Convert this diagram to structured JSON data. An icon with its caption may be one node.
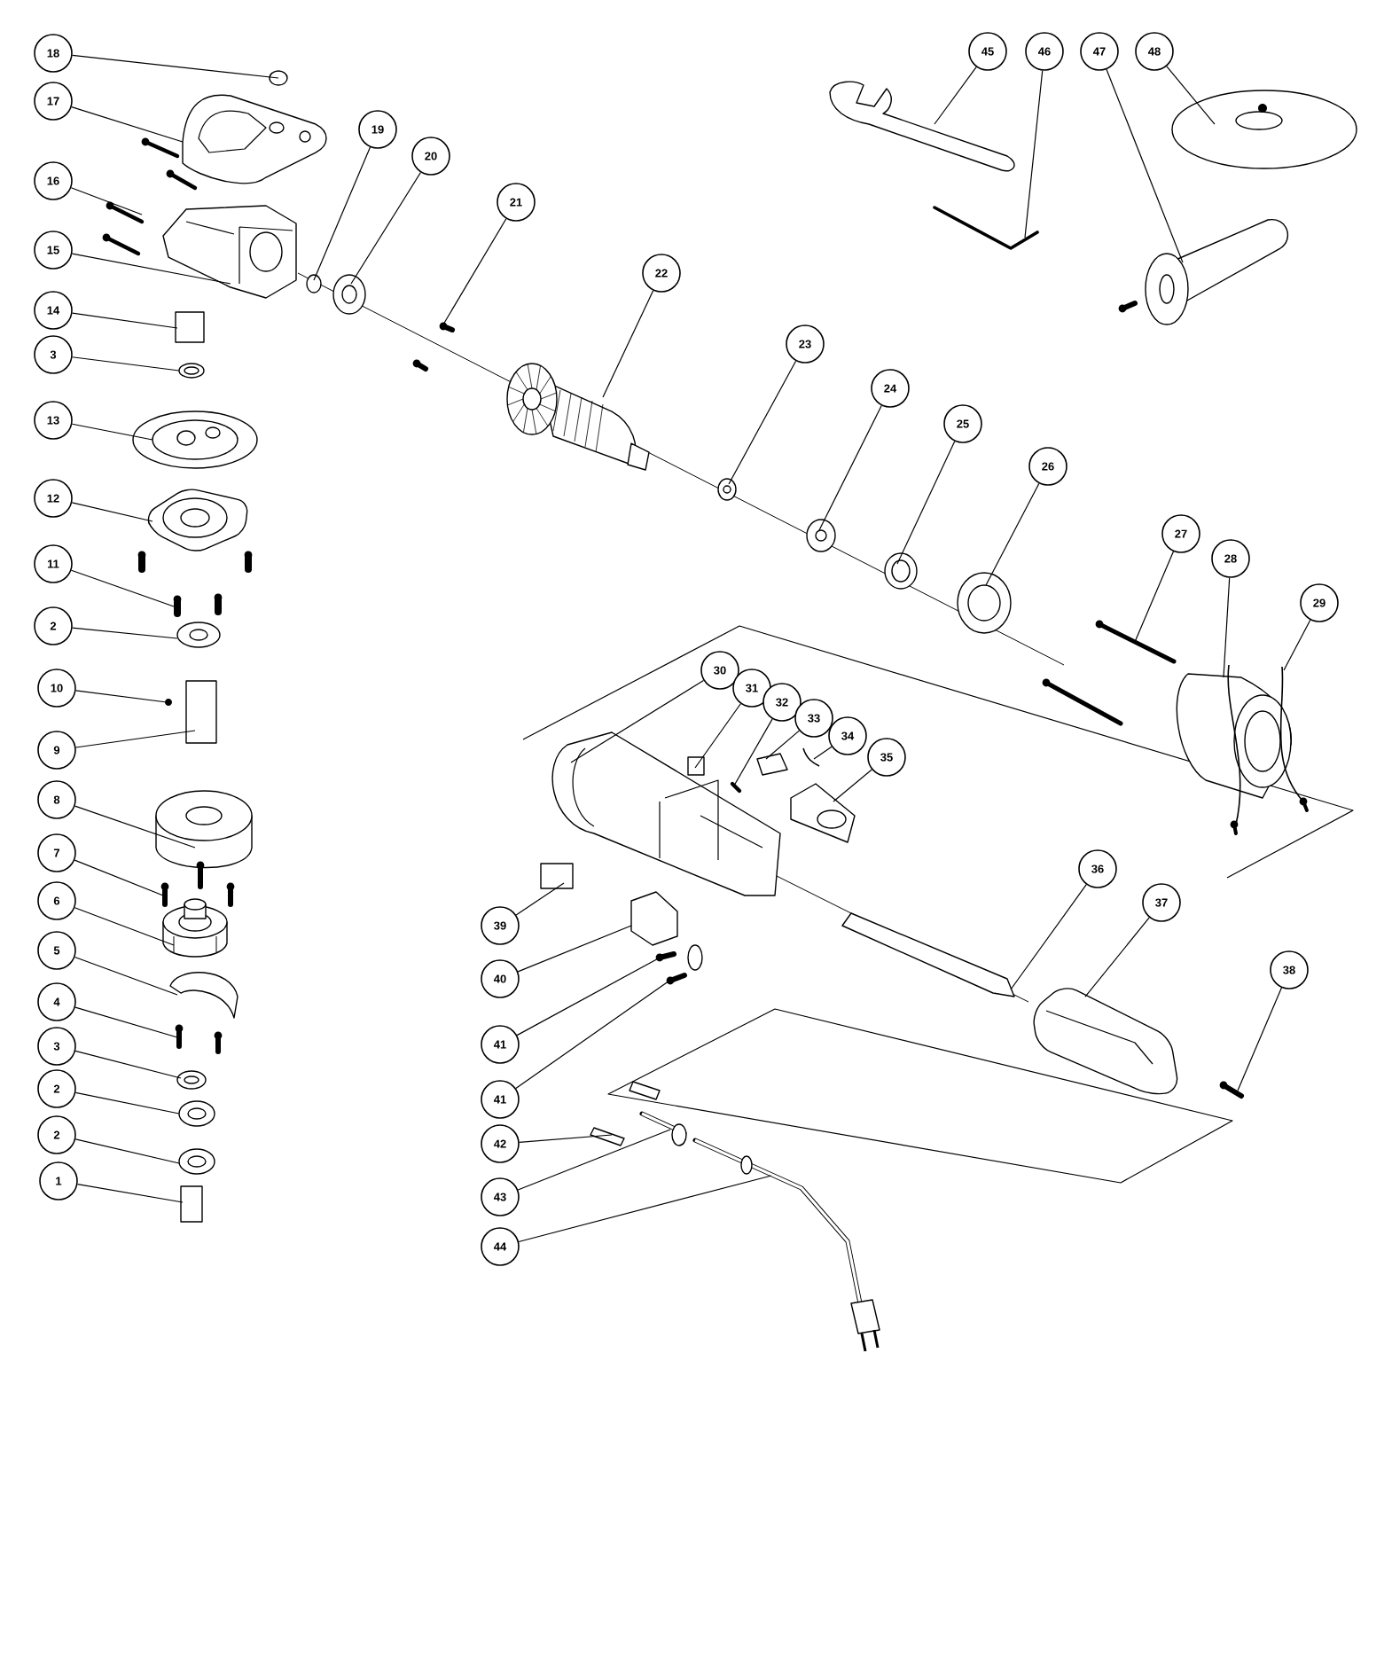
{
  "diagram": {
    "nodes": [
      {
        "text": [
          "18"
        ]
      },
      {
        "text": [
          "17"
        ]
      },
      {
        "text": [
          "16"
        ]
      },
      {
        "text": [
          "15"
        ]
      },
      {
        "text": [
          "14"
        ]
      },
      {
        "text": [
          "3"
        ]
      },
      {
        "text": [
          "13"
        ]
      },
      {
        "text": [
          "12"
        ]
      },
      {
        "text": [
          "11"
        ]
      },
      {
        "text": [
          "2"
        ]
      },
      {
        "text": [
          "10"
        ]
      },
      {
        "text": [
          "9"
        ]
      },
      {
        "text": [
          "8"
        ]
      },
      {
        "text": [
          "7"
        ]
      },
      {
        "text": [
          "6"
        ]
      },
      {
        "text": [
          "5"
        ]
      },
      {
        "text": [
          "4"
        ]
      },
      {
        "text": [
          "3"
        ]
      },
      {
        "text": [
          "2"
        ]
      },
      {
        "text": [
          "2"
        ]
      },
      {
        "text": [
          "1"
        ]
      },
      {
        "text": [
          "45"
        ]
      },
      {
        "text": [
          "46"
        ]
      },
      {
        "text": [
          "47"
        ]
      },
      {
        "text": [
          "48"
        ]
      },
      {
        "text": [
          "19"
        ]
      },
      {
        "text": [
          "20"
        ]
      },
      {
        "text": [
          "21"
        ]
      },
      {
        "text": [
          "22"
        ]
      },
      {
        "text": [
          "23"
        ]
      },
      {
        "text": [
          "24"
        ]
      },
      {
        "text": [
          "25"
        ]
      },
      {
        "text": [
          "26"
        ]
      },
      {
        "text": [
          "27"
        ]
      },
      {
        "text": [
          "28"
        ]
      },
      {
        "text": [
          "29"
        ]
      },
      {
        "text": [
          "30"
        ]
      },
      {
        "text": [
          "31"
        ]
      },
      {
        "text": [
          "32"
        ]
      },
      {
        "text": [
          "33"
        ]
      },
      {
        "text": [
          "34"
        ]
      },
      {
        "text": [
          "35"
        ]
      },
      {
        "text": [
          "36"
        ]
      },
      {
        "text": [
          "37"
        ]
      },
      {
        "text": [
          "38"
        ]
      },
      {
        "text": [
          "39"
        ]
      },
      {
        "text": [
          "40"
        ]
      },
      {
        "text": [
          "41"
        ]
      },
      {
        "text": [
          "41"
        ]
      },
      {
        "text": [
          "42"
        ]
      },
      {
        "text": [
          "43"
        ]
      },
      {
        "text": [
          "44"
        ]
      },
      {
        "text": [],
        "shape": "circle"
      },
      {
        "text": [],
        "shape": "picture"
      },
      {
        "text": [],
        "shape": "picture"
      },
      {
        "text": [],
        "shape": "picture"
      },
      {
        "text": [],
        "shape": "box"
      },
      {
        "text": [],
        "shape": "picture"
      },
      {
        "text": [],
        "shape": "picture"
      },
      {
        "text": [],
        "shape": "picture"
      },
      {
        "text": [],
        "shape": "picture"
      },
      {
        "text": [],
        "shape": "picture"
      },
      {
        "text": [],
        "shape": "picture"
      },
      {
        "text": [],
        "shape": "box"
      },
      {
        "text": [],
        "shape": "picture"
      },
      {
        "text": [],
        "shape": "picture"
      },
      {
        "text": [],
        "shape": "picture"
      },
      {
        "text": [],
        "shape": "picture"
      },
      {
        "text": [],
        "shape": "picture"
      },
      {
        "text": [],
        "shape": "picture"
      },
      {
        "text": [],
        "shape": "picture"
      },
      {
        "text": [],
        "shape": "picture"
      },
      {
        "text": [],
        "shape": "box"
      },
      {
        "text": [],
        "shape": "picture"
      },
      {
        "text": [],
        "shape": "picture"
      },
      {
        "text": [],
        "shape": "picture"
      },
      {
        "text": [],
        "shape": "picture"
      },
      {
        "text": [],
        "shape": "circle"
      },
      {
        "text": [],
        "shape": "picture"
      },
      {
        "text": [],
        "shape": "picture"
      },
      {
        "text": [],
        "shape": "picture"
      },
      {
        "text": [],
        "shape": "picture"
      },
      {
        "text": [],
        "shape": "picture"
      },
      {
        "text": [],
        "shape": "picture"
      },
      {
        "text": [],
        "shape": "picture"
      },
      {
        "text": [],
        "shape": "picture"
      },
      {
        "text": [],
        "shape": "picture"
      },
      {
        "text": [],
        "shape": "picture"
      },
      {
        "text": [],
        "shape": "picture"
      },
      {
        "text": [],
        "shape": "box"
      },
      {
        "text": [],
        "shape": "picture"
      },
      {
        "text": [],
        "shape": "picture"
      },
      {
        "text": [],
        "shape": "picture"
      },
      {
        "text": [],
        "shape": "picture"
      },
      {
        "text": [],
        "shape": "picture"
      },
      {
        "text": [],
        "shape": "picture"
      },
      {
        "text": [],
        "shape": "picture"
      },
      {
        "text": [],
        "shape": "box"
      },
      {
        "text": [],
        "shape": "picture"
      },
      {
        "text": [],
        "shape": "picture"
      },
      {
        "text": [],
        "shape": "picture"
      },
      {
        "text": [],
        "shape": "picture"
      },
      {
        "text": [],
        "shape": "picture"
      },
      {
        "text": [],
        "shape": "picture"
      }
    ],
    "edges": [
      {
        "from": 0,
        "to": 52,
        "arrow": "none"
      },
      {
        "from": 1,
        "to": 53,
        "arrow": "none"
      },
      {
        "from": 2,
        "to": 54,
        "arrow": "none"
      },
      {
        "from": 3,
        "to": 55,
        "arrow": "none"
      },
      {
        "from": 4,
        "to": 56,
        "arrow": "none"
      },
      {
        "from": 5,
        "to": 57,
        "arrow": "none"
      },
      {
        "from": 6,
        "to": 58,
        "arrow": "none"
      },
      {
        "from": 7,
        "to": 59,
        "arrow": "none"
      },
      {
        "from": 8,
        "to": 60,
        "arrow": "none"
      },
      {
        "from": 9,
        "to": 61,
        "arrow": "none"
      },
      {
        "from": 10,
        "to": 62,
        "arrow": "none"
      },
      {
        "from": 11,
        "to": 63,
        "arrow": "none"
      },
      {
        "from": 12,
        "to": 64,
        "arrow": "none"
      },
      {
        "from": 13,
        "to": 65,
        "arrow": "none"
      },
      {
        "from": 14,
        "to": 66,
        "arrow": "none"
      },
      {
        "from": 15,
        "to": 67,
        "arrow": "none"
      },
      {
        "from": 16,
        "to": 68,
        "arrow": "none"
      },
      {
        "from": 17,
        "to": 69,
        "arrow": "none"
      },
      {
        "from": 18,
        "to": 70,
        "arrow": "none"
      },
      {
        "from": 19,
        "to": 71,
        "arrow": "none"
      },
      {
        "from": 20,
        "to": 72,
        "arrow": "none"
      },
      {
        "from": 21,
        "to": 73,
        "arrow": "none"
      },
      {
        "from": 22,
        "to": 74,
        "arrow": "none"
      },
      {
        "from": 23,
        "to": 75,
        "arrow": "none"
      },
      {
        "from": 24,
        "to": 76,
        "arrow": "none"
      },
      {
        "from": 25,
        "to": 77,
        "arrow": "none"
      },
      {
        "from": 26,
        "to": 78,
        "arrow": "none"
      },
      {
        "from": 27,
        "to": 79,
        "arrow": "none"
      },
      {
        "from": 28,
        "to": 80,
        "arrow": "none"
      },
      {
        "from": 29,
        "to": 81,
        "arrow": "none"
      },
      {
        "from": 30,
        "to": 82,
        "arrow": "none"
      },
      {
        "from": 31,
        "to": 83,
        "arrow": "none"
      },
      {
        "from": 32,
        "to": 84,
        "arrow": "none"
      },
      {
        "from": 33,
        "to": 85,
        "arrow": "none"
      },
      {
        "from": 34,
        "to": 86,
        "arrow": "none"
      },
      {
        "from": 35,
        "to": 87,
        "arrow": "none"
      },
      {
        "from": 36,
        "to": 88,
        "arrow": "none"
      },
      {
        "from": 37,
        "to": 89,
        "arrow": "none"
      },
      {
        "from": 38,
        "to": 90,
        "arrow": "none"
      },
      {
        "from": 39,
        "to": 91,
        "arrow": "none"
      },
      {
        "from": 40,
        "to": 92,
        "arrow": "none"
      },
      {
        "from": 41,
        "to": 93,
        "arrow": "none"
      },
      {
        "from": 42,
        "to": 94,
        "arrow": "none"
      },
      {
        "from": 43,
        "to": 95,
        "arrow": "none"
      },
      {
        "from": 44,
        "to": 96,
        "arrow": "none"
      },
      {
        "from": 45,
        "to": 97,
        "arrow": "none"
      },
      {
        "from": 46,
        "to": 98,
        "arrow": "none"
      },
      {
        "from": 47,
        "to": 99,
        "arrow": "none"
      },
      {
        "from": 48,
        "to": 100,
        "arrow": "none"
      },
      {
        "from": 49,
        "to": 101,
        "arrow": "none"
      },
      {
        "from": 50,
        "to": 102,
        "arrow": "none"
      },
      {
        "from": 51,
        "to": 103,
        "arrow": "none"
      }
    ]
  }
}
